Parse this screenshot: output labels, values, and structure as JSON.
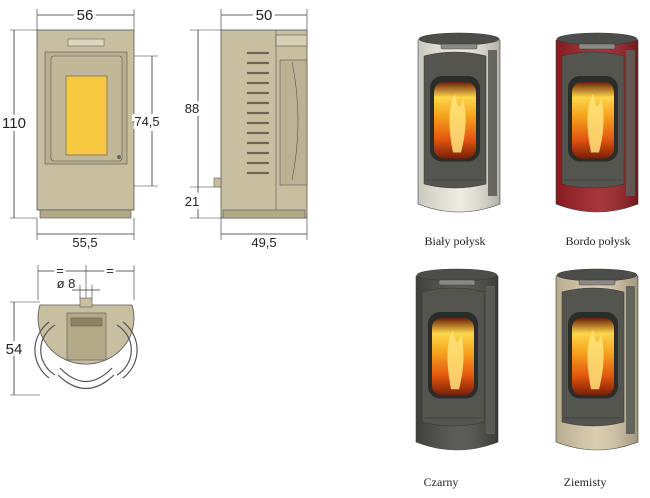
{
  "front_view": {
    "width": "56",
    "inner_height": "74,5",
    "total_height": "110",
    "base_width": "55,5"
  },
  "side_view": {
    "depth": "50",
    "height_88": "88",
    "height_21": "21",
    "base_depth": "49,5"
  },
  "top_view": {
    "depth": "54",
    "flue_diameter": "ø 8",
    "equal_left": "=",
    "equal_right": "="
  },
  "variants": [
    {
      "label": "Biały połysk",
      "body_color": "#ece9dd",
      "side_color": "#5d5d58",
      "top_color": "#4d4d49"
    },
    {
      "label": "Bordo połysk",
      "body_color": "#9b1e24",
      "side_color": "#5d5d58",
      "top_color": "#4d4d49"
    },
    {
      "label": "Czarny",
      "body_color": "#4a4a45",
      "side_color": "#5d5d58",
      "top_color": "#4d4d49"
    },
    {
      "label": "Ziemisty",
      "body_color": "#d6c8a8",
      "side_color": "#5d5d58",
      "top_color": "#4d4d49"
    }
  ],
  "colors": {
    "drawing_body": "#c8bfa0",
    "drawing_dark": "#b3a987",
    "glass": "#f7c940",
    "outline": "#333333"
  }
}
